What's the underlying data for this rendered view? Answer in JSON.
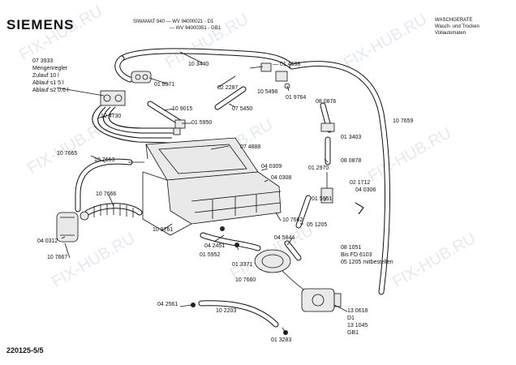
{
  "header": {
    "brand": "SIEMENS",
    "model_line1": "SIWAMAT 940 — WV 94000021 - D1",
    "model_line2": "— WV 94000351 - GB1",
    "category_line1": "WASCHGERATE",
    "category_line2": "Wasch- und Trocken",
    "category_line3": "Vollautomaten"
  },
  "labels": {
    "p073933": "07 3933",
    "mengenregler": "Mengenregler",
    "zulauf": "Zulauf 10 l",
    "ablauf1": "Ablauf s1  5 l",
    "ablauf2": "Ablauf s2  0,6 l",
    "p103440": "10 3440",
    "p014698": "— 01 4698",
    "p018571": "01 8571",
    "p022287": "02 2287",
    "p105498": "10 5498",
    "p019764": "01 9764",
    "p109015": "10 9015",
    "p075450": "07 5450",
    "p080876a": "08 0876",
    "p104730": "10 4730",
    "p015950": "01 5950",
    "p107659": "10 7659",
    "p013403": "01 3403",
    "p074888": "07 4888",
    "p107665": "10 7665",
    "p107663": "10 7663",
    "p040309": "04 0309",
    "p040308": "04 0308",
    "p012970": "01 2970",
    "p080878": "08 0878",
    "p021712": "02 1712",
    "p040306": "04 0306",
    "p015951": "01 5951",
    "p107666": "10 7666",
    "p107662": "10 7662",
    "p051205a": "05 1205",
    "p109761": "10 9761",
    "p040312": "04 0312",
    "p045844": "04 5844",
    "p042451": "04 2451",
    "p081051": "08 1051",
    "bisfd": "Bis FD 6103",
    "p051205b": "05 1205 mitbestellen",
    "p015952": "01 5952",
    "p107667": "10 7667",
    "p013371": "01 3371",
    "p107660": "10 7660",
    "p042561": "04 2561",
    "p102203": "10 2203",
    "p130618": "13 0618",
    "d1": "D1",
    "p131045": "13 1045",
    "gb1": "GB1",
    "p013283": "01 3283"
  },
  "footer": {
    "sheet_no": "220125-5/5"
  },
  "watermark": "FIX-HUB.RU"
}
